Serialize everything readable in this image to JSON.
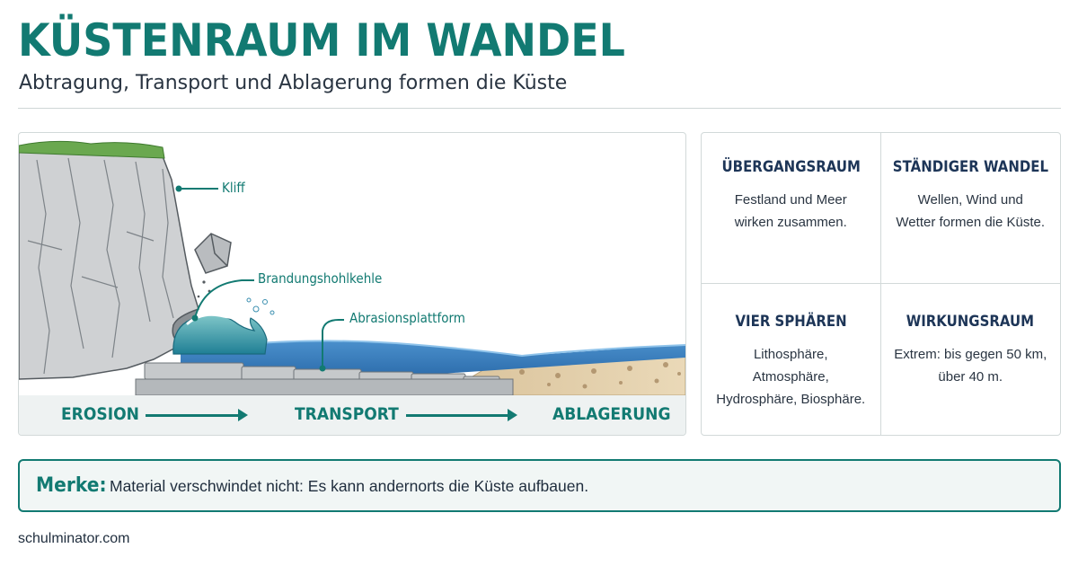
{
  "header": {
    "title": "KÜSTENRAUM IM WANDEL",
    "subtitle": "Abtragung, Transport und Ablagerung formen die Küste"
  },
  "diagram": {
    "callouts": {
      "cliff": "Kliff",
      "notch": "Brandungshohlkehle",
      "platform": "Abrasionsplattform"
    },
    "process": [
      "EROSION",
      "TRANSPORT",
      "ABLAGERUNG"
    ]
  },
  "facts": [
    {
      "title": "ÜBERGANGSRAUM",
      "text": "Festland und Meer\nwirken zusammen."
    },
    {
      "title": "STÄNDIGER WANDEL",
      "text": "Wellen, Wind und\nWetter formen die Küste."
    },
    {
      "title": "VIER SPHÄREN",
      "text": "Lithosphäre,\nAtmosphäre,\nHydrosphäre, Biosphäre."
    },
    {
      "title": "WIRKUNGSRAUM",
      "text": "Extrem: bis gegen 50 km,\nüber 40 m."
    }
  ],
  "note": {
    "label": "Merke:",
    "text": "Material verschwindet nicht: Es kann andernorts die Küste aufbauen."
  },
  "footer": {
    "site": "schulminator.com"
  },
  "colors": {
    "accent": "#127a72",
    "heading_dark": "#1d3557",
    "sea": "#3f86c6",
    "cliff": "#c9cbcc",
    "grass": "#6aa84f",
    "sand": "#e6d3ae"
  }
}
